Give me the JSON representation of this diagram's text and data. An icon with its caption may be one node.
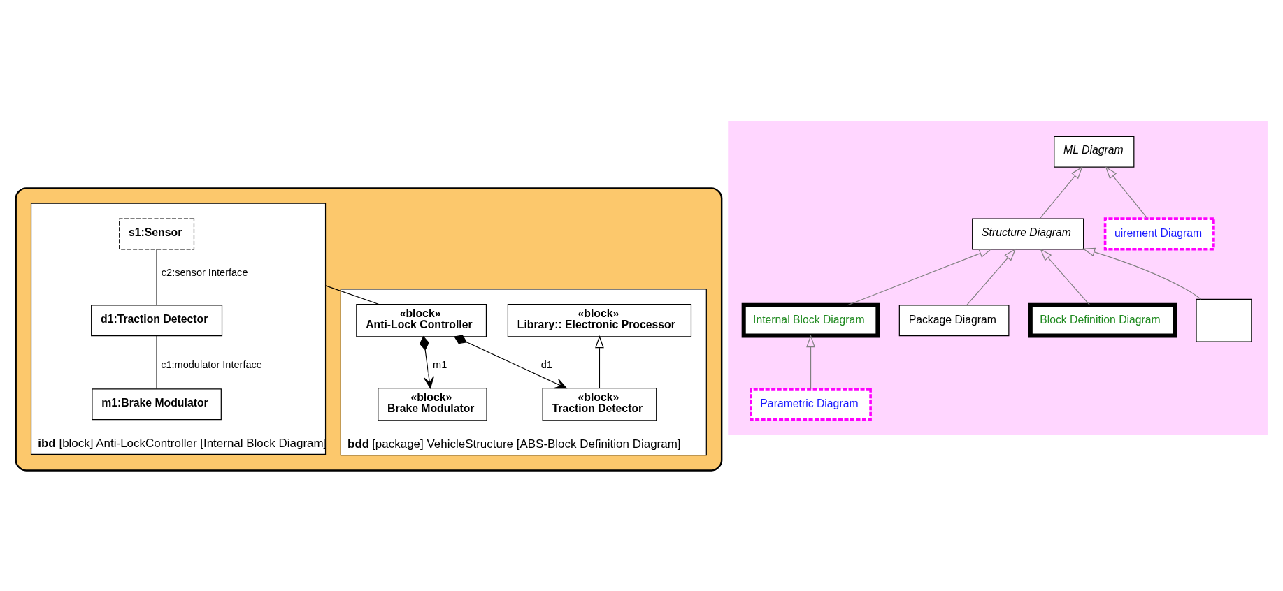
{
  "diagram": {
    "nodes": [
      {
        "text": [],
        "shape": "callout"
      },
      {
        "text": [
          "**bdd** [package] VehicleStructure [ABS-Block Definition Diagram]"
        ],
        "in": 0
      },
      {
        "text": [
          "«block»",
          "Library:: Electronic Processor"
        ],
        "in": 1
      },
      {
        "text": [
          "«block»",
          "Anti-Lock Controller"
        ],
        "in": 1
      },
      {
        "text": [
          "«block»",
          "Traction Detector"
        ],
        "in": 1
      },
      {
        "text": [
          "«block»",
          "Brake Modulator"
        ],
        "in": 1
      },
      {
        "text": [
          "**ibd** [block] Anti-LockController [Internal Block Diagram]"
        ],
        "in": 0
      },
      {
        "text": [
          "s1:Sensor"
        ],
        "in": 6
      },
      {
        "text": [
          "d1:Traction Detector"
        ],
        "in": 6
      },
      {
        "text": [
          "m1:Brake Modulator"
        ],
        "in": 6
      },
      {
        "text": [],
        "shape": "box"
      },
      {
        "text": [
          "ML Diagram"
        ],
        "in": 10
      },
      {
        "text": [
          "uirement Diagram"
        ],
        "in": 10
      },
      {
        "text": [
          "Structure Diagram"
        ],
        "in": 10
      },
      {
        "text": [],
        "shape": "box",
        "in": 10
      },
      {
        "text": [
          "Block Definition Diagram"
        ],
        "in": 10
      },
      {
        "text": [
          "Internal Block Diagram"
        ],
        "in": 10
      },
      {
        "text": [
          "Package Diagram"
        ],
        "in": 10
      },
      {
        "text": [
          "Parametric Diagram"
        ],
        "in": 10
      }
    ],
    "edges": [
      {
        "from": 4,
        "to": 2,
        "arrow": "to",
        "color": "#000000"
      },
      {
        "from": 3,
        "to": 4,
        "arrow": "to",
        "label": "d1",
        "color": "#000000"
      },
      {
        "from": 3,
        "to": 5,
        "arrow": "to",
        "label": "m1",
        "color": "#000000"
      },
      {
        "from": 3,
        "to": 6,
        "arrow": "none",
        "color": "#000000"
      },
      {
        "from": 8,
        "to": 7,
        "arrow": "none",
        "label": "c2:sensor Interface",
        "color": "#000000"
      },
      {
        "from": 9,
        "to": 8,
        "arrow": "none",
        "label": "c1:modulator Interface",
        "color": "#000000"
      },
      {
        "from": 12,
        "to": 11,
        "arrow": "to"
      },
      {
        "from": 13,
        "to": 11,
        "arrow": "to"
      },
      {
        "from": 14,
        "to": 13,
        "arrow": "to"
      },
      {
        "from": 15,
        "to": 13,
        "arrow": "to"
      },
      {
        "from": 16,
        "to": 13,
        "arrow": "to"
      },
      {
        "from": 17,
        "to": 13,
        "arrow": "to"
      },
      {
        "from": 18,
        "to": 16,
        "arrow": "to"
      }
    ]
  }
}
